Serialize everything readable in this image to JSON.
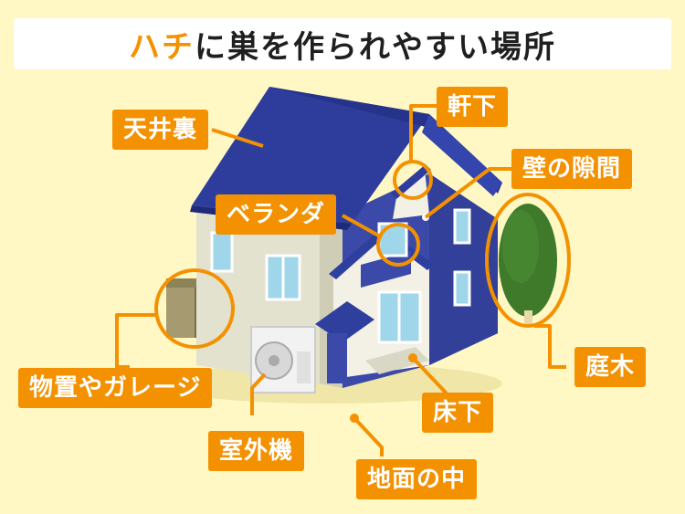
{
  "title": {
    "accent": "ハチ",
    "rest": "に巣を作られやすい場所"
  },
  "labels": {
    "attic": "天井裏",
    "eaves": "軒下",
    "wall_gap": "壁の隙間",
    "veranda": "ベランダ",
    "storage": "物置やガレージ",
    "garden_tree": "庭木",
    "under_floor": "床下",
    "ac_unit": "室外機",
    "underground": "地面の中"
  },
  "colors": {
    "background": "#fff8c4",
    "accent": "#f39100",
    "roof": "#2f3f9e",
    "wall": "#e6e6d4",
    "tree": "#3f7a2b"
  }
}
